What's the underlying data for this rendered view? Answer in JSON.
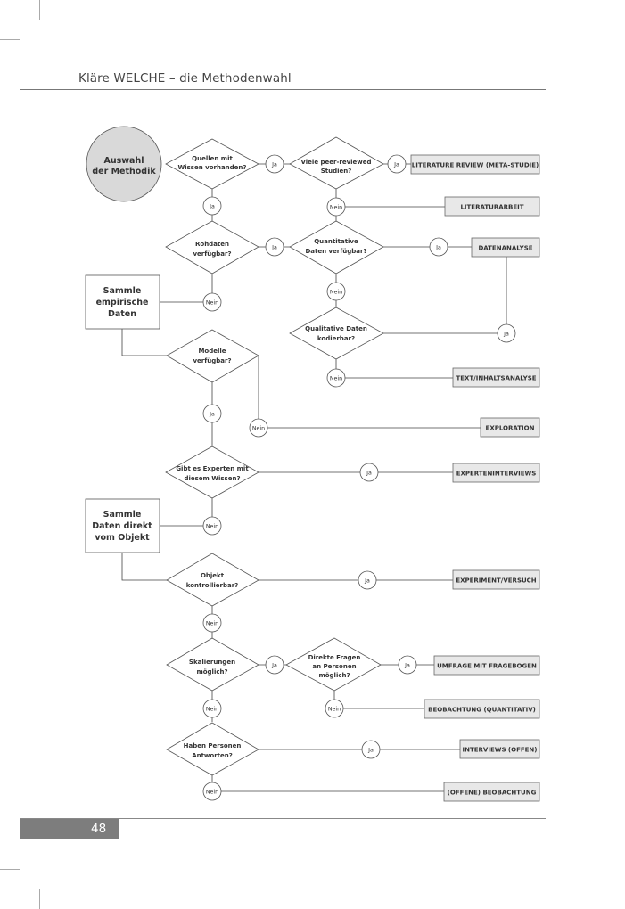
{
  "header": {
    "title": "Kläre WELCHE – die Methodenwahl"
  },
  "footer": {
    "page_number": "48"
  },
  "diagram": {
    "start": [
      "Auswahl",
      "der Methodik"
    ],
    "collect_empirical": [
      "Sammle",
      "empirische",
      "Daten"
    ],
    "collect_direct": [
      "Sammle",
      "Daten direkt",
      "vom Objekt"
    ],
    "q_sources": [
      "Quellen mit",
      "Wissen vorhanden?"
    ],
    "q_peer": [
      "Viele peer-reviewed",
      "Studien?"
    ],
    "q_raw": [
      "Rohdaten",
      "verfügbar?"
    ],
    "q_quant": [
      "Quantitative",
      "Daten verfügbar?"
    ],
    "q_qual": [
      "Qualitative Daten",
      "kodierbar?"
    ],
    "q_models": [
      "Modelle",
      "verfügbar?"
    ],
    "q_experts": [
      "Gibt es Experten mit",
      "diesem Wissen?"
    ],
    "q_control": [
      "Objekt",
      "kontrollierbar?"
    ],
    "q_scale": [
      "Skalierungen",
      "möglich?"
    ],
    "q_direct": [
      "Direkte Fragen",
      "an Personen",
      "möglich?"
    ],
    "q_answers": [
      "Haben Personen",
      "Antworten?"
    ],
    "yes": "Ja",
    "no": "Nein",
    "m_lit_review": "LITERATURE REVIEW (META-STUDIE)",
    "m_lit_work": "LITERATURARBEIT",
    "m_data_analysis": "DATENANALYSE",
    "m_text_analysis": "TEXT/INHALTSANALYSE",
    "m_exploration": "EXPLORATION",
    "m_expert_interviews": "EXPERTENINTERVIEWS",
    "m_experiment": "EXPERIMENT/VERSUCH",
    "m_survey": "UMFRAGE MIT FRAGEBOGEN",
    "m_obs_quant": "BEOBACHTUNG (QUANTITATIV)",
    "m_interviews_open": "INTERVIEWS (OFFEN)",
    "m_obs_open": "(OFFENE) BEOBACHTUNG"
  }
}
